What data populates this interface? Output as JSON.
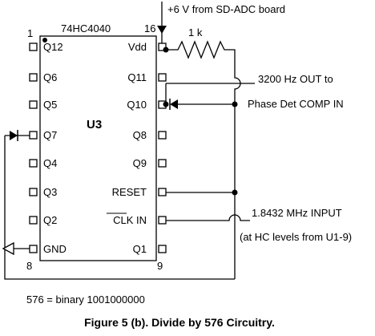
{
  "chip": {
    "part": "74HC4040",
    "ref": "U3"
  },
  "pin_numbers": {
    "p1": "1",
    "p16": "16",
    "p8": "8",
    "p9": "9"
  },
  "left_pins": [
    "Q12",
    "Q6",
    "Q5",
    "Q7",
    "Q4",
    "Q3",
    "Q2",
    "GND"
  ],
  "right_pins": [
    "Vdd",
    "Q11",
    "Q10",
    "Q8",
    "Q9",
    "RESET",
    "CLK IN",
    "Q1"
  ],
  "labels": {
    "supply": "+6 V from SD-ADC board",
    "resistor": "1 k",
    "out_line1": "3200 Hz OUT to",
    "out_line2": "Phase Det COMP IN",
    "in_line1": "1.8432 MHz INPUT",
    "in_line2": "(at HC levels from U1-9)",
    "binary_note": "576 = binary 1001000000"
  },
  "caption": "Figure 5 (b).  Divide by 576 Circuitry."
}
